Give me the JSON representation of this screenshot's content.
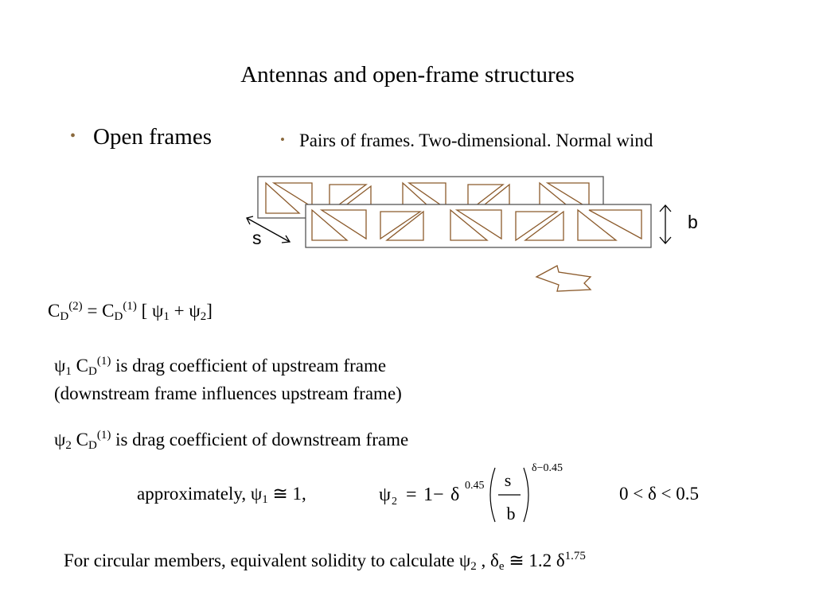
{
  "slide": {
    "title": "Antennas and open-frame structures",
    "bullet_glyph": "•",
    "bullet_primary": "Open frames",
    "bullet_secondary": "Pairs of frames.   Two-dimensional.   Normal wind"
  },
  "diagram": {
    "label_spacing": "s",
    "label_depth": "b"
  },
  "equation_main": {
    "cd": "C",
    "d": "D",
    "sup2": "(2)",
    "eq_cd": " = C",
    "sup1": "(1)",
    "bracket_open": " [ ψ",
    "one": "1",
    "plus": " + ψ",
    "two": "2",
    "bracket_close": "]"
  },
  "def_upstream": {
    "psi": "ψ",
    "sub1": "1",
    "c": " C",
    "d": "D",
    "sup": "(1)",
    "text": " is drag coefficient of upstream frame",
    "line2": "(downstream frame influences upstream frame)"
  },
  "def_downstream": {
    "psi": "ψ",
    "sub2": "2",
    "c": " C",
    "d": "D",
    "sup": "(1)",
    "text": " is drag coefficient of downstream frame"
  },
  "approximation": {
    "prefix": "approximately, ψ",
    "sub1": "1",
    "rest": " ≅ 1,",
    "psi2": "ψ",
    "psi2_sub": "2",
    "eq": "=",
    "one_minus": "1−",
    "delta": "δ",
    "exp_inner": "0.45",
    "frac_num": "s",
    "frac_den": "b",
    "exp_outer": "δ−0.45",
    "range": "0 < δ < 0.5"
  },
  "circular": {
    "text": "For circular members, equivalent solidity to calculate ψ",
    "sub2": "2",
    "mid": " , δ",
    "sube": "e",
    "approx": " ≅ 1.2 δ",
    "sup": "1.75"
  },
  "colors": {
    "frame_members": "#8b5a2b",
    "frame_outline": "#555555",
    "bullet": "#8b6a3e",
    "arrow": "#8b5a2b"
  }
}
